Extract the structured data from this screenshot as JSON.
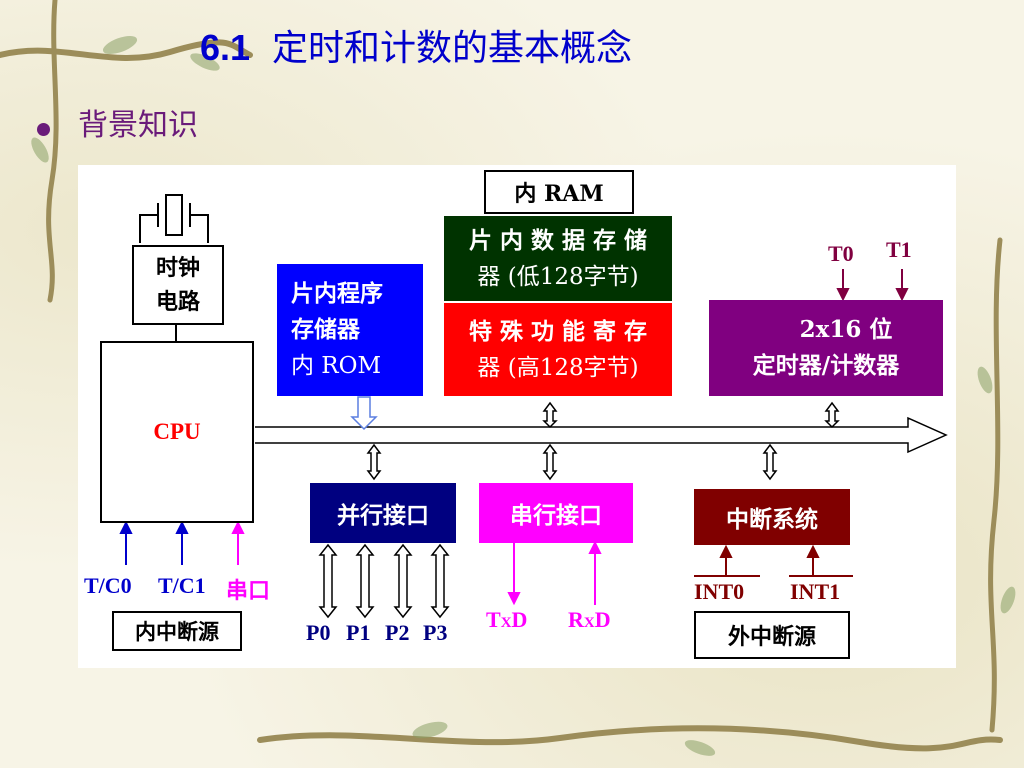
{
  "slide": {
    "title_number": "6.1",
    "title_text": "定时和计数的基本概念",
    "bullet": "背景知识"
  },
  "diagram": {
    "ram_header": "内 RAM",
    "clock_line1": "时钟",
    "clock_line2": "电路",
    "cpu": "CPU",
    "rom_line1": "片内程序",
    "rom_line2": "存储器",
    "rom_line3": "内 ROM",
    "ram_low_line1": "片 内 数 据 存 储",
    "ram_low_line2": "器 (低128字节)",
    "sfr_line1": "特 殊 功 能 寄 存",
    "sfr_line2": "器 (高128字节)",
    "timer_line1": "2x16 位",
    "timer_line2": "定时器/计数器",
    "t0": "T0",
    "t1": "T1",
    "parallel": "并行接口",
    "serial": "串行接口",
    "interrupt": "中断系统",
    "tc0": "T/C0",
    "tc1": "T/C1",
    "serial_port": "串口",
    "internal_int": "内中断源",
    "p0": "P0",
    "p1": "P1",
    "p2": "P2",
    "p3": "P3",
    "txd_t": "T",
    "txd_x": "X",
    "txd_d": "D",
    "rxd_r": "R",
    "rxd_x": "X",
    "rxd_d": "D",
    "int0": "INT0",
    "int1": "INT1",
    "external_int": "外中断源"
  },
  "colors": {
    "title": "#0000cc",
    "bullet": "#6a1b7a",
    "rom": "#0000ff",
    "ram_low": "#003300",
    "sfr": "#ff0000",
    "timer": "#800080",
    "parallel": "#000080",
    "serial": "#ff00ff",
    "interrupt": "#800000",
    "cpu_text": "#ff0000",
    "timer_pins": "#800040"
  }
}
